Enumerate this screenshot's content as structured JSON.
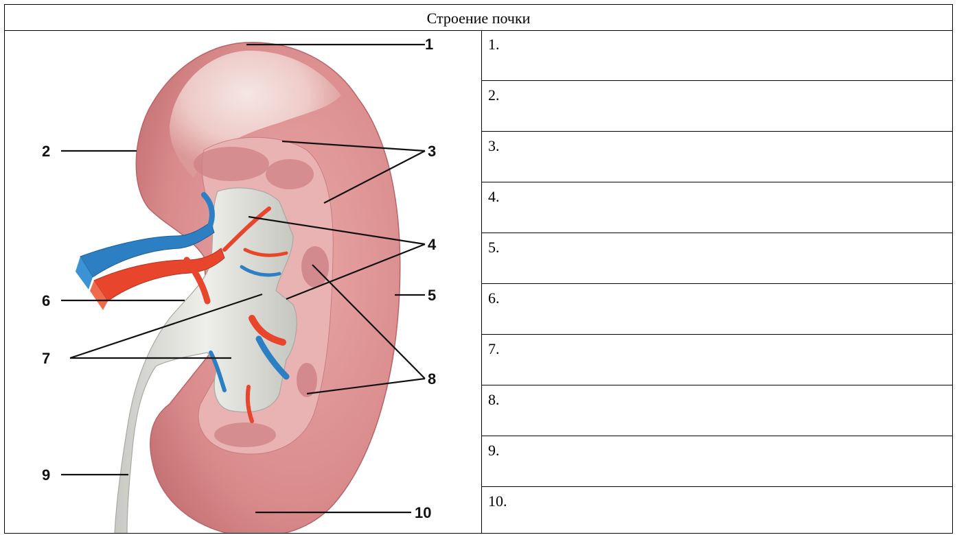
{
  "title": "Строение почки",
  "figure": {
    "callouts": [
      "1",
      "2",
      "3",
      "4",
      "5",
      "6",
      "7",
      "8",
      "9",
      "10"
    ],
    "colors": {
      "kidney": "#d98b8c",
      "kidney_dark": "#c56f73",
      "inner": "#e7b6b4",
      "ureter": "#dcdcd8",
      "artery": "#e8452d",
      "vein": "#2d7fc4"
    }
  },
  "answers": [
    "1.",
    "2.",
    "3.",
    "4.",
    "5.",
    "6.",
    "7.",
    "8.",
    "9.",
    "10."
  ]
}
